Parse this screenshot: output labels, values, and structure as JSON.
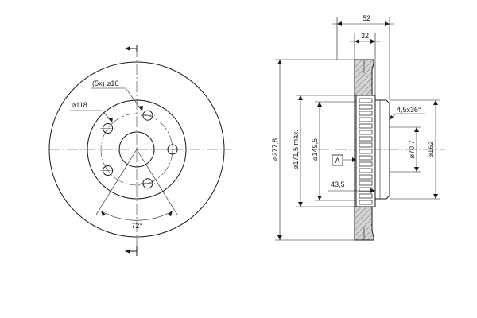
{
  "front_view": {
    "bolt_holes": "(5x) ⌀16",
    "bolt_circle": "⌀118",
    "angle": "72°"
  },
  "section_view": {
    "width_total": "52",
    "width_hat": "32",
    "outer_diameter": "⌀277,8",
    "friction_inner_diameter": "⌀171,5 máx.",
    "hat_diameter": "⌀149,5",
    "datum": "A",
    "offset": "43,5",
    "chamfer": "4,5x36°",
    "bore_diameter": "⌀70,7",
    "hub_diameter": "⌀162"
  },
  "colors": {
    "line": "#1a1a1a",
    "hatch_fill": "#cfcfcf",
    "background": "#ffffff"
  }
}
